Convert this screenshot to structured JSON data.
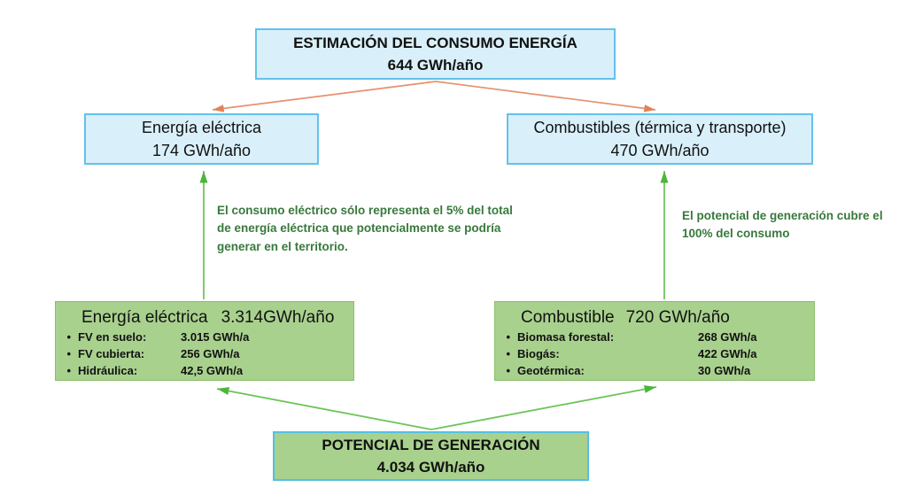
{
  "boxes": {
    "consumption": {
      "line1": "ESTIMACIÓN DEL CONSUMO ENERGÍA",
      "line2": "644 GWh/año"
    },
    "electricity": {
      "line1": "Energía eléctrica",
      "line2": "174 GWh/año"
    },
    "fuels": {
      "line1": "Combustibles (térmica y transporte)",
      "line2": "470 GWh/año"
    },
    "generation": {
      "line1": "POTENCIAL DE GENERACIÓN",
      "line2": "4.034 GWh/año"
    }
  },
  "notes": {
    "left": "El consumo eléctrico sólo representa el 5% del total de energía eléctrica que potencialmente se podría generar en el territorio.",
    "right": "El potencial de generación cubre el 100% del consumo"
  },
  "potential_electric": {
    "title": "Energía eléctrica",
    "total": "3.314GWh/año",
    "bullet": "•",
    "items": [
      {
        "label": "FV en suelo:",
        "value": "3.015 GWh/a"
      },
      {
        "label": "FV cubierta:",
        "value": "256 GWh/a"
      },
      {
        "label": "Hidráulica:",
        "value": "42,5 GWh/a"
      }
    ]
  },
  "potential_fuel": {
    "title": "Combustible",
    "total": "720 GWh/año",
    "bullet": "•",
    "items": [
      {
        "label": "Biomasa forestal:",
        "value": "268 GWh/a"
      },
      {
        "label": "Biogás:",
        "value": "422 GWh/a"
      },
      {
        "label": "Geotérmica:",
        "value": "30 GWh/a"
      }
    ]
  },
  "colors": {
    "blue_box_fill": "#d9f0fa",
    "blue_box_border": "#63c2ea",
    "green_box_fill": "#a9d18e",
    "green_box_border": "#8abf69",
    "bottom_box_border": "#53c0e6",
    "orange_arrow": "#e5916c",
    "green_arrow_line": "#6fc45c",
    "green_arrow_head": "#4db53c",
    "note_text": "#38793c"
  }
}
